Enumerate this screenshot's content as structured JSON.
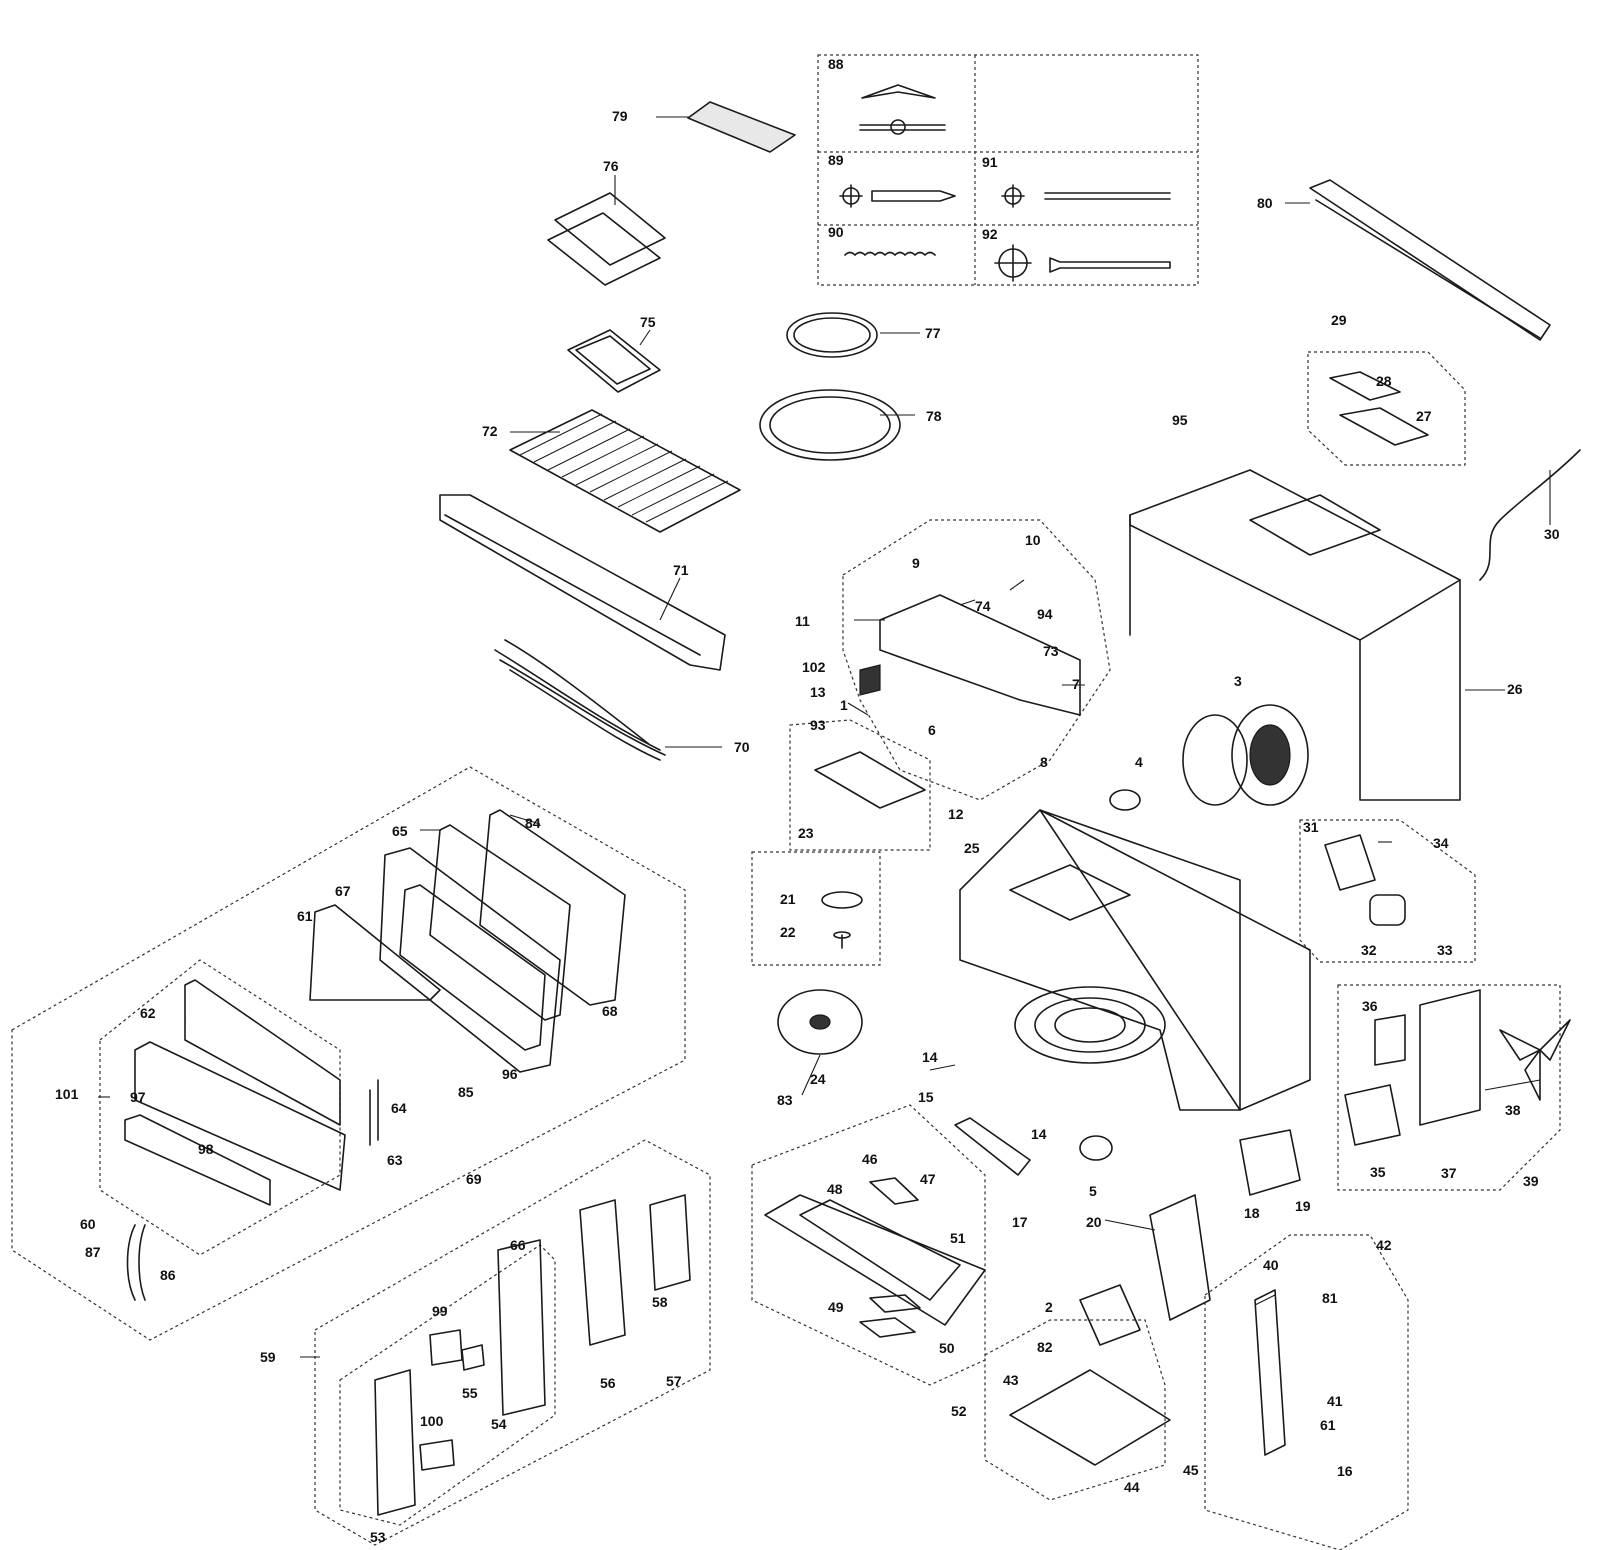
{
  "callouts": [
    "1",
    "2",
    "3",
    "4",
    "5",
    "6",
    "7",
    "8",
    "9",
    "10",
    "11",
    "12",
    "13",
    "14",
    "14",
    "15",
    "16",
    "17",
    "18",
    "19",
    "20",
    "21",
    "22",
    "23",
    "24",
    "25",
    "26",
    "27",
    "28",
    "29",
    "30",
    "31",
    "32",
    "33",
    "34",
    "35",
    "36",
    "37",
    "38",
    "39",
    "40",
    "41",
    "42",
    "43",
    "44",
    "45",
    "46",
    "47",
    "48",
    "49",
    "50",
    "51",
    "52",
    "53",
    "54",
    "55",
    "56",
    "57",
    "58",
    "59",
    "60",
    "61",
    "61",
    "62",
    "63",
    "64",
    "65",
    "66",
    "67",
    "68",
    "69",
    "70",
    "71",
    "72",
    "73",
    "74",
    "75",
    "76",
    "77",
    "78",
    "79",
    "80",
    "81",
    "82",
    "83",
    "84",
    "85",
    "86",
    "87",
    "88",
    "89",
    "90",
    "91",
    "92",
    "93",
    "94",
    "95",
    "96",
    "97",
    "98",
    "99",
    "100",
    "101",
    "102"
  ]
}
